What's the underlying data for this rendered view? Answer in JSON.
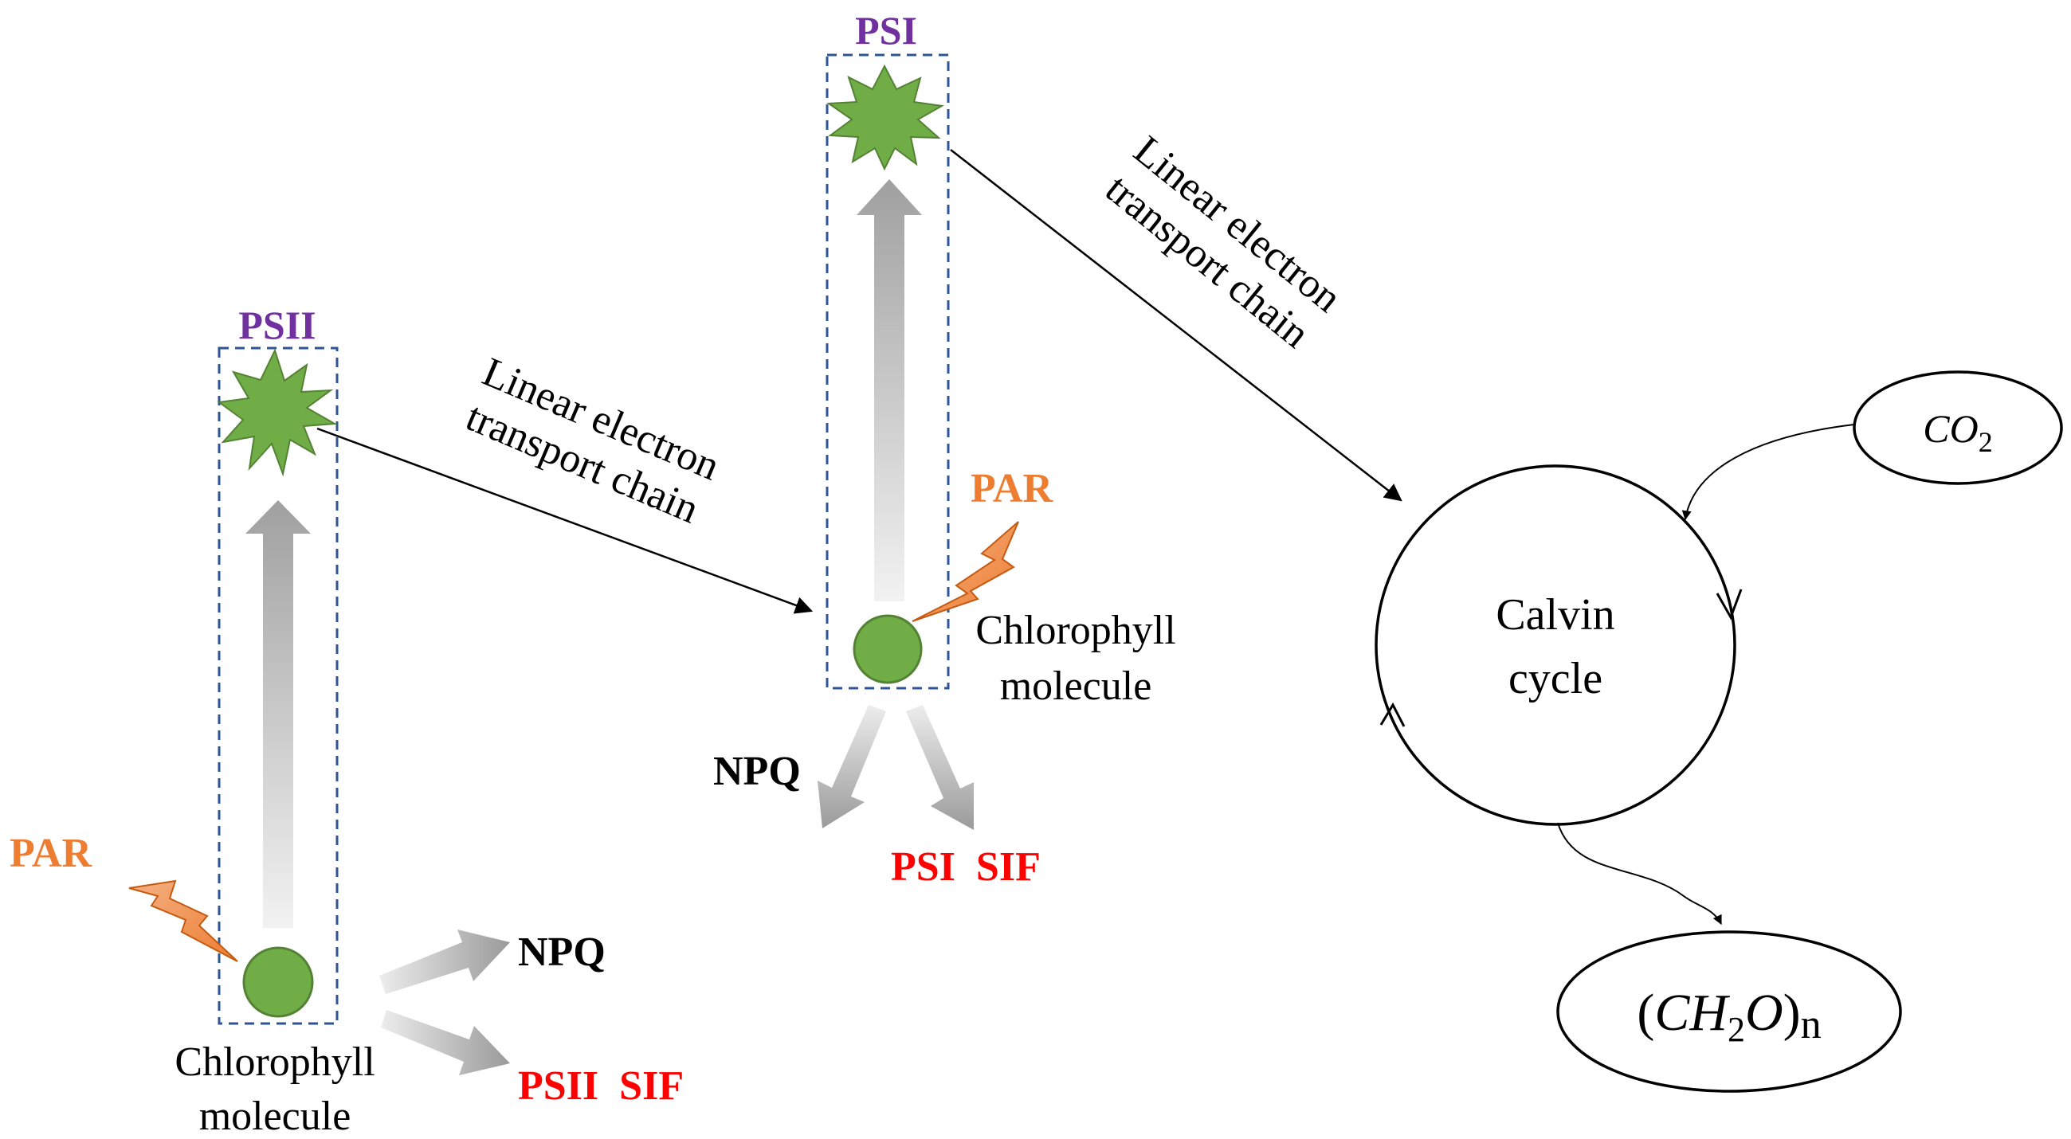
{
  "psii": {
    "title": "PSII",
    "chlorophyll_label_line1": "Chlorophyll",
    "chlorophyll_label_line2": "molecule",
    "par_label": "PAR",
    "npq_label": "NPQ",
    "sif_label": "PSII  SIF"
  },
  "psi": {
    "title": "PSI",
    "chlorophyll_label_line1": "Chlorophyll",
    "chlorophyll_label_line2": "molecule",
    "par_label": "PAR",
    "npq_label": "NPQ",
    "sif_label": "PSI  SIF"
  },
  "etc_label_1": {
    "line1": "Linear electron",
    "line2": "transport chain"
  },
  "etc_label_2": {
    "line1": "Linear electron",
    "line2": "transport chain"
  },
  "calvin": {
    "line1": "Calvin",
    "line2": "cycle"
  },
  "co2": {
    "base": "CO",
    "subscript": "2"
  },
  "product": {
    "open": "(",
    "base": "CH",
    "subscript": "2",
    "tail": "O",
    "close": ")",
    "suffix": "n"
  },
  "colors": {
    "psi_title": "#7030a0",
    "par": "#ed7d31",
    "sif": "#ff0000",
    "chlorophyll_fill": "#70ad47",
    "star_fill": "#70ad47",
    "box_border": "#2f5597",
    "grey_arrow": "#a6a6a6"
  }
}
